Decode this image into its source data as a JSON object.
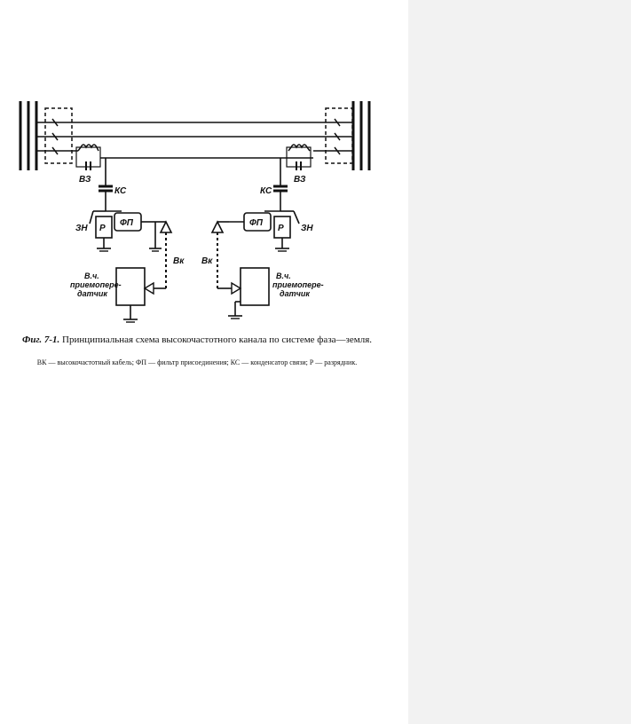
{
  "diagram": {
    "labels": {
      "vz_left": "ВЗ",
      "vz_right": "ВЗ",
      "ks_left": "КС",
      "ks_right": "КС",
      "zn_left": "ЗН",
      "zn_right": "ЗН",
      "p_left": "Р",
      "p_right": "Р",
      "fp_left": "ФП",
      "fp_right": "ФП",
      "vk_left": "Вк",
      "vk_right": "Вк",
      "transceiver_left": [
        "В.ч.",
        "приемопере-",
        "датчик"
      ],
      "transceiver_right": [
        "В.ч.",
        "приемопере-",
        "датчик"
      ]
    }
  },
  "caption": {
    "lead": "Фиг. 7-1.",
    "title": "Принципиальная схема высокочастотного канала по системе фаза—земля.",
    "legend": "ВК — высокочастотный кабель; ФП — фильтр присоединения; КС — конденсатор связи; Р — разрядник."
  },
  "colors": {
    "ink": "#111111",
    "sidebar": "#f2f2f2",
    "page": "#ffffff"
  }
}
